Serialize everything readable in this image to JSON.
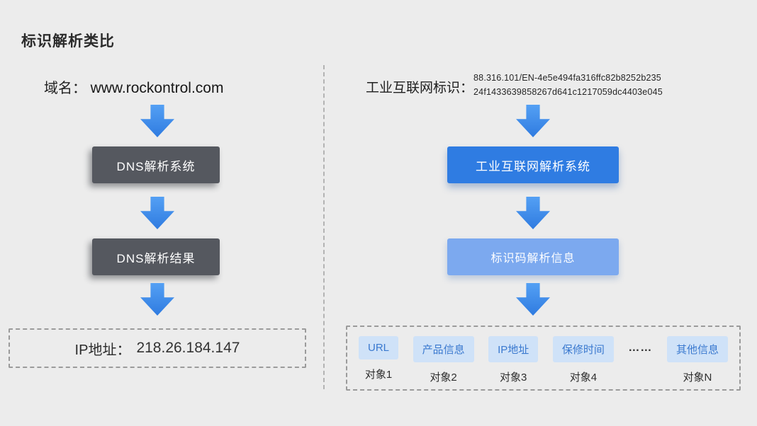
{
  "page": {
    "title": "标识解析类比"
  },
  "colors": {
    "background": "#ececec",
    "dark_box": "#55585f",
    "primary_blue": "#2f7ce2",
    "light_blue": "#7ca9ef",
    "chip_bg": "#cfe2f8",
    "chip_text": "#3a79cf",
    "arrow_blue": "#3e87ec"
  },
  "left": {
    "input_label": "域名：",
    "input_value": "www.rockontrol.com",
    "system_box": "DNS解析系统",
    "result_box": "DNS解析结果",
    "output_label": "IP地址：",
    "output_value": "218.26.184.147"
  },
  "right": {
    "input_label": "工业互联网标识：",
    "code_line1": "88.316.101/EN-4e5e494fa316ffc82b8252b235",
    "code_line2": "24f1433639858267d641c1217059dc4403e045",
    "system_box": "工业互联网解析系统",
    "result_box": "标识码解析信息",
    "items": [
      {
        "label": "URL",
        "object": "对象1"
      },
      {
        "label": "产品信息",
        "object": "对象2"
      },
      {
        "label": "IP地址",
        "object": "对象3"
      },
      {
        "label": "保修时间",
        "object": "对象4"
      },
      {
        "label": "……",
        "object": ""
      },
      {
        "label": "其他信息",
        "object": "对象N"
      }
    ]
  }
}
